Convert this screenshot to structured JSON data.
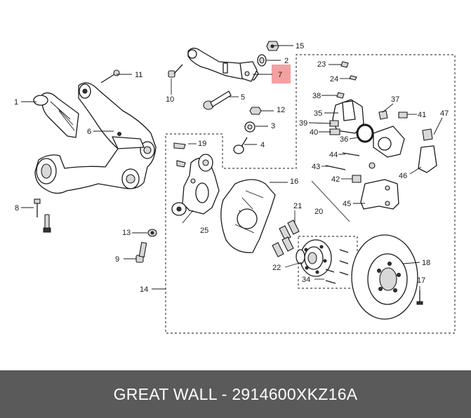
{
  "footer": {
    "text": "GREAT WALL - 2914600XKZ16A"
  },
  "highlight_color": "#f4a0a0",
  "callouts": {
    "c1": "1",
    "c2": "2",
    "c3": "3",
    "c4": "4",
    "c5": "5",
    "c6": "6",
    "c7": "7",
    "c8": "8",
    "c9": "9",
    "c10": "10",
    "c11": "11",
    "c12": "12",
    "c13": "13",
    "c14": "14",
    "c15": "15",
    "c16": "16",
    "c17": "17",
    "c18": "18",
    "c19": "19",
    "c20": "20",
    "c21": "21",
    "c22": "22",
    "c23": "23",
    "c24": "24",
    "c25": "25",
    "c34": "34",
    "c35": "35",
    "c36": "36",
    "c37": "37",
    "c38": "38",
    "c39": "39",
    "c40": "40",
    "c41": "41",
    "c42": "42",
    "c43": "43",
    "c44": "44",
    "c45": "45",
    "c46": "46",
    "c47": "47"
  }
}
